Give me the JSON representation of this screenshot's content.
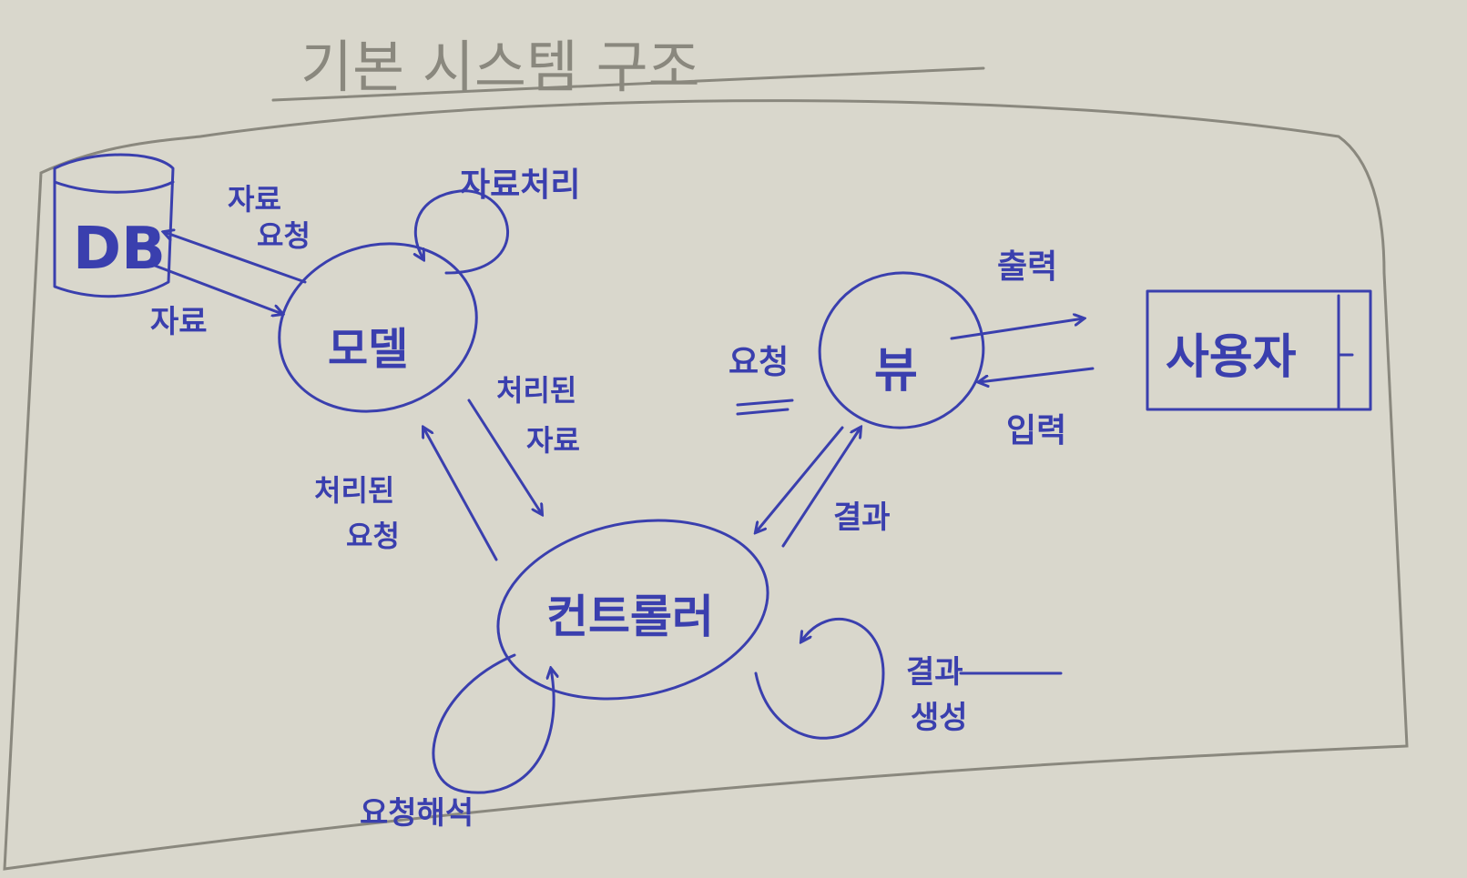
{
  "title": "기본 시스템 구조",
  "nodes": {
    "db": "DB",
    "model": "모델",
    "view": "뷰",
    "controller": "컨트롤러",
    "user": "사용자"
  },
  "labels": {
    "data_request": [
      "자료",
      "요청"
    ],
    "data": "자료",
    "data_processing": "자료처리",
    "processed_data": [
      "처리된",
      "자료"
    ],
    "processed_request": [
      "처리된",
      "요청"
    ],
    "request": "요청",
    "output": "출력",
    "input": "입력",
    "result": "결과",
    "result_generation": [
      "결과",
      "생성"
    ],
    "request_analysis": "요청해석"
  },
  "colors": {
    "ink": "#3a3fae",
    "pencil": "#8a887e",
    "paper": "#d9d7cc"
  }
}
